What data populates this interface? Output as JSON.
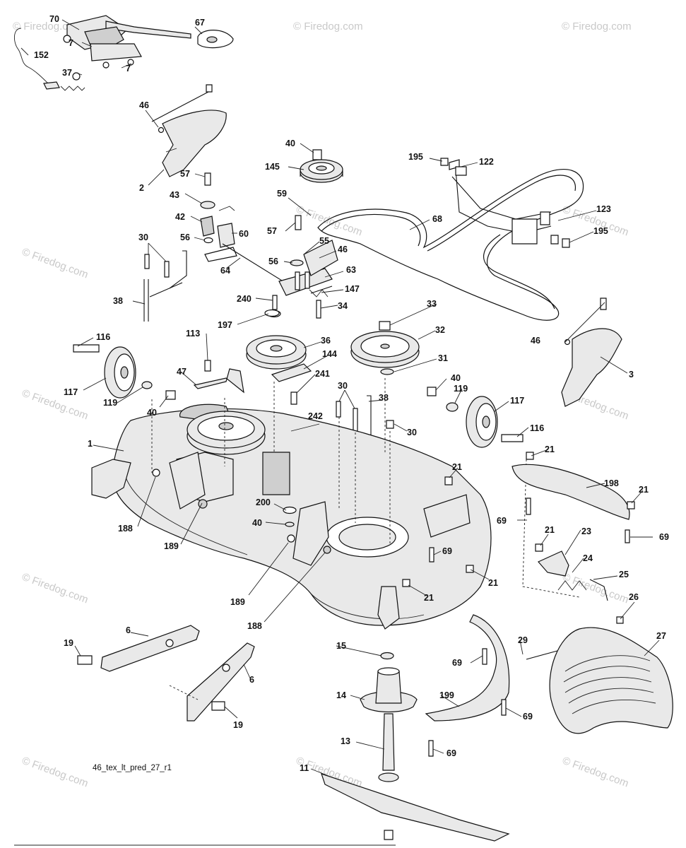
{
  "watermark": {
    "text": "© Firedog.com"
  },
  "drawing_id": "46_tex_lt_pred_27_r1",
  "callouts": [
    {
      "id": "c-70",
      "label": "70"
    },
    {
      "id": "c-67",
      "label": "67"
    },
    {
      "id": "c-7a",
      "label": "7"
    },
    {
      "id": "c-7b",
      "label": "7"
    },
    {
      "id": "c-152",
      "label": "152"
    },
    {
      "id": "c-37",
      "label": "37"
    },
    {
      "id": "c-46a",
      "label": "46"
    },
    {
      "id": "c-2",
      "label": "2"
    },
    {
      "id": "c-57a",
      "label": "57"
    },
    {
      "id": "c-43",
      "label": "43"
    },
    {
      "id": "c-42",
      "label": "42"
    },
    {
      "id": "c-56a",
      "label": "56"
    },
    {
      "id": "c-60",
      "label": "60"
    },
    {
      "id": "c-30a",
      "label": "30"
    },
    {
      "id": "c-64",
      "label": "64"
    },
    {
      "id": "c-38a",
      "label": "38"
    },
    {
      "id": "c-40a",
      "label": "40"
    },
    {
      "id": "c-145",
      "label": "145"
    },
    {
      "id": "c-59",
      "label": "59"
    },
    {
      "id": "c-57b",
      "label": "57"
    },
    {
      "id": "c-55",
      "label": "55"
    },
    {
      "id": "c-46b",
      "label": "46"
    },
    {
      "id": "c-56b",
      "label": "56"
    },
    {
      "id": "c-63",
      "label": "63"
    },
    {
      "id": "c-147",
      "label": "147"
    },
    {
      "id": "c-240",
      "label": "240"
    },
    {
      "id": "c-34",
      "label": "34"
    },
    {
      "id": "c-197",
      "label": "197"
    },
    {
      "id": "c-195a",
      "label": "195"
    },
    {
      "id": "c-122",
      "label": "122"
    },
    {
      "id": "c-68",
      "label": "68"
    },
    {
      "id": "c-123",
      "label": "123"
    },
    {
      "id": "c-195b",
      "label": "195"
    },
    {
      "id": "c-33",
      "label": "33"
    },
    {
      "id": "c-32",
      "label": "32"
    },
    {
      "id": "c-36",
      "label": "36"
    },
    {
      "id": "c-144",
      "label": "144"
    },
    {
      "id": "c-31",
      "label": "31"
    },
    {
      "id": "c-116a",
      "label": "116"
    },
    {
      "id": "c-113",
      "label": "113"
    },
    {
      "id": "c-47",
      "label": "47"
    },
    {
      "id": "c-241",
      "label": "241"
    },
    {
      "id": "c-117a",
      "label": "117"
    },
    {
      "id": "c-119a",
      "label": "119"
    },
    {
      "id": "c-40b",
      "label": "40"
    },
    {
      "id": "c-30b",
      "label": "30"
    },
    {
      "id": "c-38b",
      "label": "38"
    },
    {
      "id": "c-242",
      "label": "242"
    },
    {
      "id": "c-30c",
      "label": "30"
    },
    {
      "id": "c-40c",
      "label": "40"
    },
    {
      "id": "c-119b",
      "label": "119"
    },
    {
      "id": "c-117b",
      "label": "117"
    },
    {
      "id": "c-116b",
      "label": "116"
    },
    {
      "id": "c-46c",
      "label": "46"
    },
    {
      "id": "c-3",
      "label": "3"
    },
    {
      "id": "c-1",
      "label": "1"
    },
    {
      "id": "c-21a",
      "label": "21"
    },
    {
      "id": "c-21b",
      "label": "21"
    },
    {
      "id": "c-198",
      "label": "198"
    },
    {
      "id": "c-21c",
      "label": "21"
    },
    {
      "id": "c-69a",
      "label": "69"
    },
    {
      "id": "c-69b",
      "label": "69"
    },
    {
      "id": "c-188a",
      "label": "188"
    },
    {
      "id": "c-189a",
      "label": "189"
    },
    {
      "id": "c-200",
      "label": "200"
    },
    {
      "id": "c-40d",
      "label": "40"
    },
    {
      "id": "c-69c",
      "label": "69"
    },
    {
      "id": "c-21d",
      "label": "21"
    },
    {
      "id": "c-23",
      "label": "23"
    },
    {
      "id": "c-24",
      "label": "24"
    },
    {
      "id": "c-25",
      "label": "25"
    },
    {
      "id": "c-21e",
      "label": "21"
    },
    {
      "id": "c-21f",
      "label": "21"
    },
    {
      "id": "c-189b",
      "label": "189"
    },
    {
      "id": "c-188b",
      "label": "188"
    },
    {
      "id": "c-26",
      "label": "26"
    },
    {
      "id": "c-6a",
      "label": "6"
    },
    {
      "id": "c-19a",
      "label": "19"
    },
    {
      "id": "c-15",
      "label": "15"
    },
    {
      "id": "c-29",
      "label": "29"
    },
    {
      "id": "c-27",
      "label": "27"
    },
    {
      "id": "c-69d",
      "label": "69"
    },
    {
      "id": "c-6b",
      "label": "6"
    },
    {
      "id": "c-19b",
      "label": "19"
    },
    {
      "id": "c-14",
      "label": "14"
    },
    {
      "id": "c-199",
      "label": "199"
    },
    {
      "id": "c-69e",
      "label": "69"
    },
    {
      "id": "c-13",
      "label": "13"
    },
    {
      "id": "c-69f",
      "label": "69"
    },
    {
      "id": "c-11",
      "label": "11"
    }
  ]
}
